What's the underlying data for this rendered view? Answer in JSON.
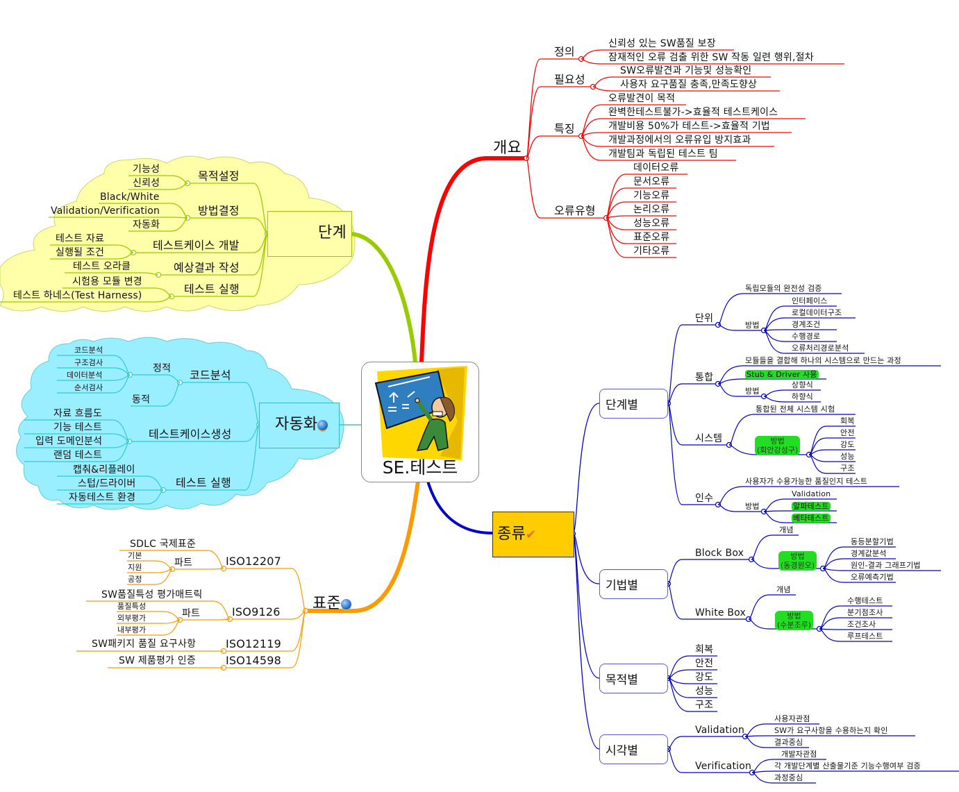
{
  "root": {
    "title": "SE.테스트",
    "icon": "teacher-at-blackboard-clipart"
  },
  "colors": {
    "overview": "#ff0000",
    "stages": "#99cc00",
    "automation": "#33cccc",
    "standards": "#ff9900",
    "types": "#0000cc",
    "stages_cloud": "#ffffaa",
    "automation_cloud": "#99eeff",
    "types_box": "#ffcc00",
    "highlight": "#22dd22"
  },
  "overview": {
    "label": "개요",
    "groups": [
      {
        "label": "정의",
        "items": [
          "신뢰성 있는 SW품질 보장",
          "잠재적인 오류 검출 위한 SW 작동 일련 행위,절차"
        ]
      },
      {
        "label": "필요성",
        "items": [
          "SW오류발견과 기능및 성능확인",
          "사용자 요구품질 충족,만족도향상"
        ]
      },
      {
        "label": "특징",
        "items": [
          "오류발견이 목적",
          "완벽한테스트불가->효율적 테스트케이스",
          "개발비용 50%가 테스트->효율적 기법",
          "개발과정에서의 오류유입 방지효과",
          "개발팀과 독립된 테스트 팀"
        ]
      },
      {
        "label": "오류유형",
        "items": [
          "데이터오류",
          "문서오류",
          "기능오류",
          "논리오류",
          "성능오류",
          "표준오류",
          "기타오류"
        ]
      }
    ]
  },
  "stages": {
    "label": "단계",
    "groups": [
      {
        "label": "목적설정",
        "items": [
          "기능성",
          "신뢰성"
        ]
      },
      {
        "label": "방법결정",
        "items": [
          "Black/White",
          "Validation/Verification",
          "자동화"
        ]
      },
      {
        "label": "테스트케이스 개발",
        "items": [
          "테스트 자료",
          "실행될 조건"
        ]
      },
      {
        "label": "예상결과 작성",
        "items": [
          "테스트 오라클"
        ]
      },
      {
        "label": "테스트 실행",
        "items": [
          "시험용 모듈 변경",
          "테스트 하네스(Test Harness)"
        ]
      }
    ]
  },
  "automation": {
    "label": "자동화",
    "icon": "globe-icon",
    "groups": [
      {
        "label": "코드분석",
        "sub": [
          {
            "label": "정적",
            "items": [
              "코드분석",
              "구조검사",
              "데이터분석",
              "순서검사"
            ]
          },
          {
            "label": "동적",
            "items": []
          }
        ]
      },
      {
        "label": "테스트케이스생성",
        "items": [
          "자료 흐름도",
          "기능 테스트",
          "입력 도메인분석",
          "랜덤 테스트"
        ]
      },
      {
        "label": "테스트 실행",
        "items": [
          "캡춰&리플레이",
          "스텁/드라이버",
          "자동테스트 환경"
        ]
      }
    ]
  },
  "standards": {
    "label": "표준",
    "icon": "globe-icon",
    "groups": [
      {
        "label": "ISO12207",
        "desc": "SDLC 국제표준",
        "part_label": "파트",
        "parts": [
          "기본",
          "지원",
          "공정"
        ]
      },
      {
        "label": "ISO9126",
        "desc": "SW품질특성 평가매트릭",
        "part_label": "파트",
        "parts": [
          "품질특성",
          "외부평가",
          "내부평가"
        ]
      },
      {
        "label": "ISO12119",
        "desc": "SW패키지 품질 요구사항"
      },
      {
        "label": "ISO14598",
        "desc": "SW 제품평가 인증"
      }
    ]
  },
  "types": {
    "label": "종류",
    "icon": "checkmark-icon",
    "by_stage": {
      "label": "단계별",
      "unit": {
        "label": "단위",
        "desc": "독립모듈의 완전성 검증",
        "method_label": "방법",
        "methods": [
          "인터페이스",
          "로컬데이터구조",
          "경계조건",
          "수행경로",
          "오류처리경로분석"
        ]
      },
      "integration": {
        "label": "통합",
        "desc": "모듈들을 결합해 하나의 시스템으로 만드는 과정",
        "note": "Stub & Driver 사용",
        "method_label": "방법",
        "methods": [
          "상향식",
          "하향식"
        ]
      },
      "system": {
        "label": "시스템",
        "desc": "통합된 전체 시스템 시험",
        "method_label": "방법",
        "method_hint": "(회안강성구)",
        "methods": [
          "회복",
          "안전",
          "강도",
          "성능",
          "구조"
        ]
      },
      "acceptance": {
        "label": "인수",
        "desc": "사용자가 수용가능한 품질인지 테스트",
        "method_label": "방법",
        "methods": [
          "Validation",
          "알파테스트",
          "베타테스트"
        ]
      }
    },
    "by_technique": {
      "label": "기법별",
      "black": {
        "label": "Block  Box",
        "concept": "개념",
        "method_label": "방법",
        "method_hint": "(동경원오)",
        "methods": [
          "동등분할기법",
          "경계값분석",
          "원인-결과 그래프기법",
          "오류예측기법"
        ]
      },
      "white": {
        "label": "White Box",
        "concept": "개념",
        "method_label": "방법",
        "method_hint": "(수분조루)",
        "methods": [
          "수행테스트",
          "분기점조사",
          "조건조사",
          "루프테스트"
        ]
      }
    },
    "by_purpose": {
      "label": "목적별",
      "items": [
        "회복",
        "안전",
        "강도",
        "성능",
        "구조"
      ]
    },
    "by_view": {
      "label": "시각별",
      "validation": {
        "label": "Validation",
        "items": [
          "사용자관점",
          "SW가 요구사항을 수용하는지 확인",
          "결과중심"
        ]
      },
      "verification": {
        "label": "Verification",
        "items": [
          "개발자관점",
          "각 개발단계별 산출물기준 기능수행여부 검증",
          "과정중심"
        ]
      }
    }
  }
}
